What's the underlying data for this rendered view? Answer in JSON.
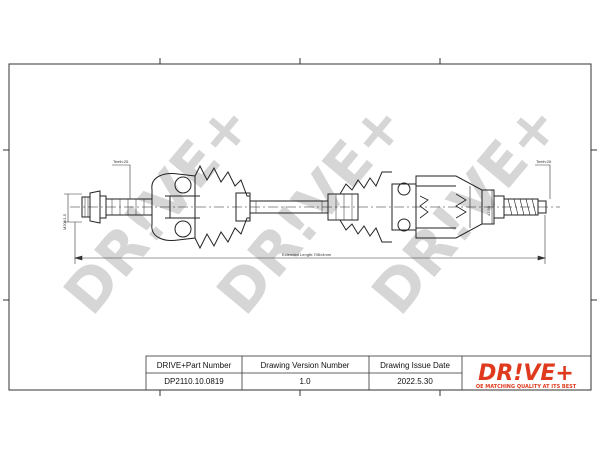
{
  "drawing": {
    "dimensions": {
      "left_spline": "Teeth:25",
      "right_spline": "Teeth:26",
      "left_thread": "M20X1.5",
      "right_diameter": "41.90",
      "extended_length": "Extended Length:708±4mm"
    },
    "watermark": "DR!VE+"
  },
  "title_block": {
    "headers": [
      "DRIVE+Part Number",
      "Drawing Version Number",
      "Drawing Issue Date"
    ],
    "values": [
      "DP2110.10.0819",
      "1.0",
      "2022.5.30"
    ]
  },
  "logo": {
    "text": "DR!VE+",
    "tagline": "OE MATCHING QUALITY AT ITS BEST",
    "color": "#e03a1e"
  }
}
